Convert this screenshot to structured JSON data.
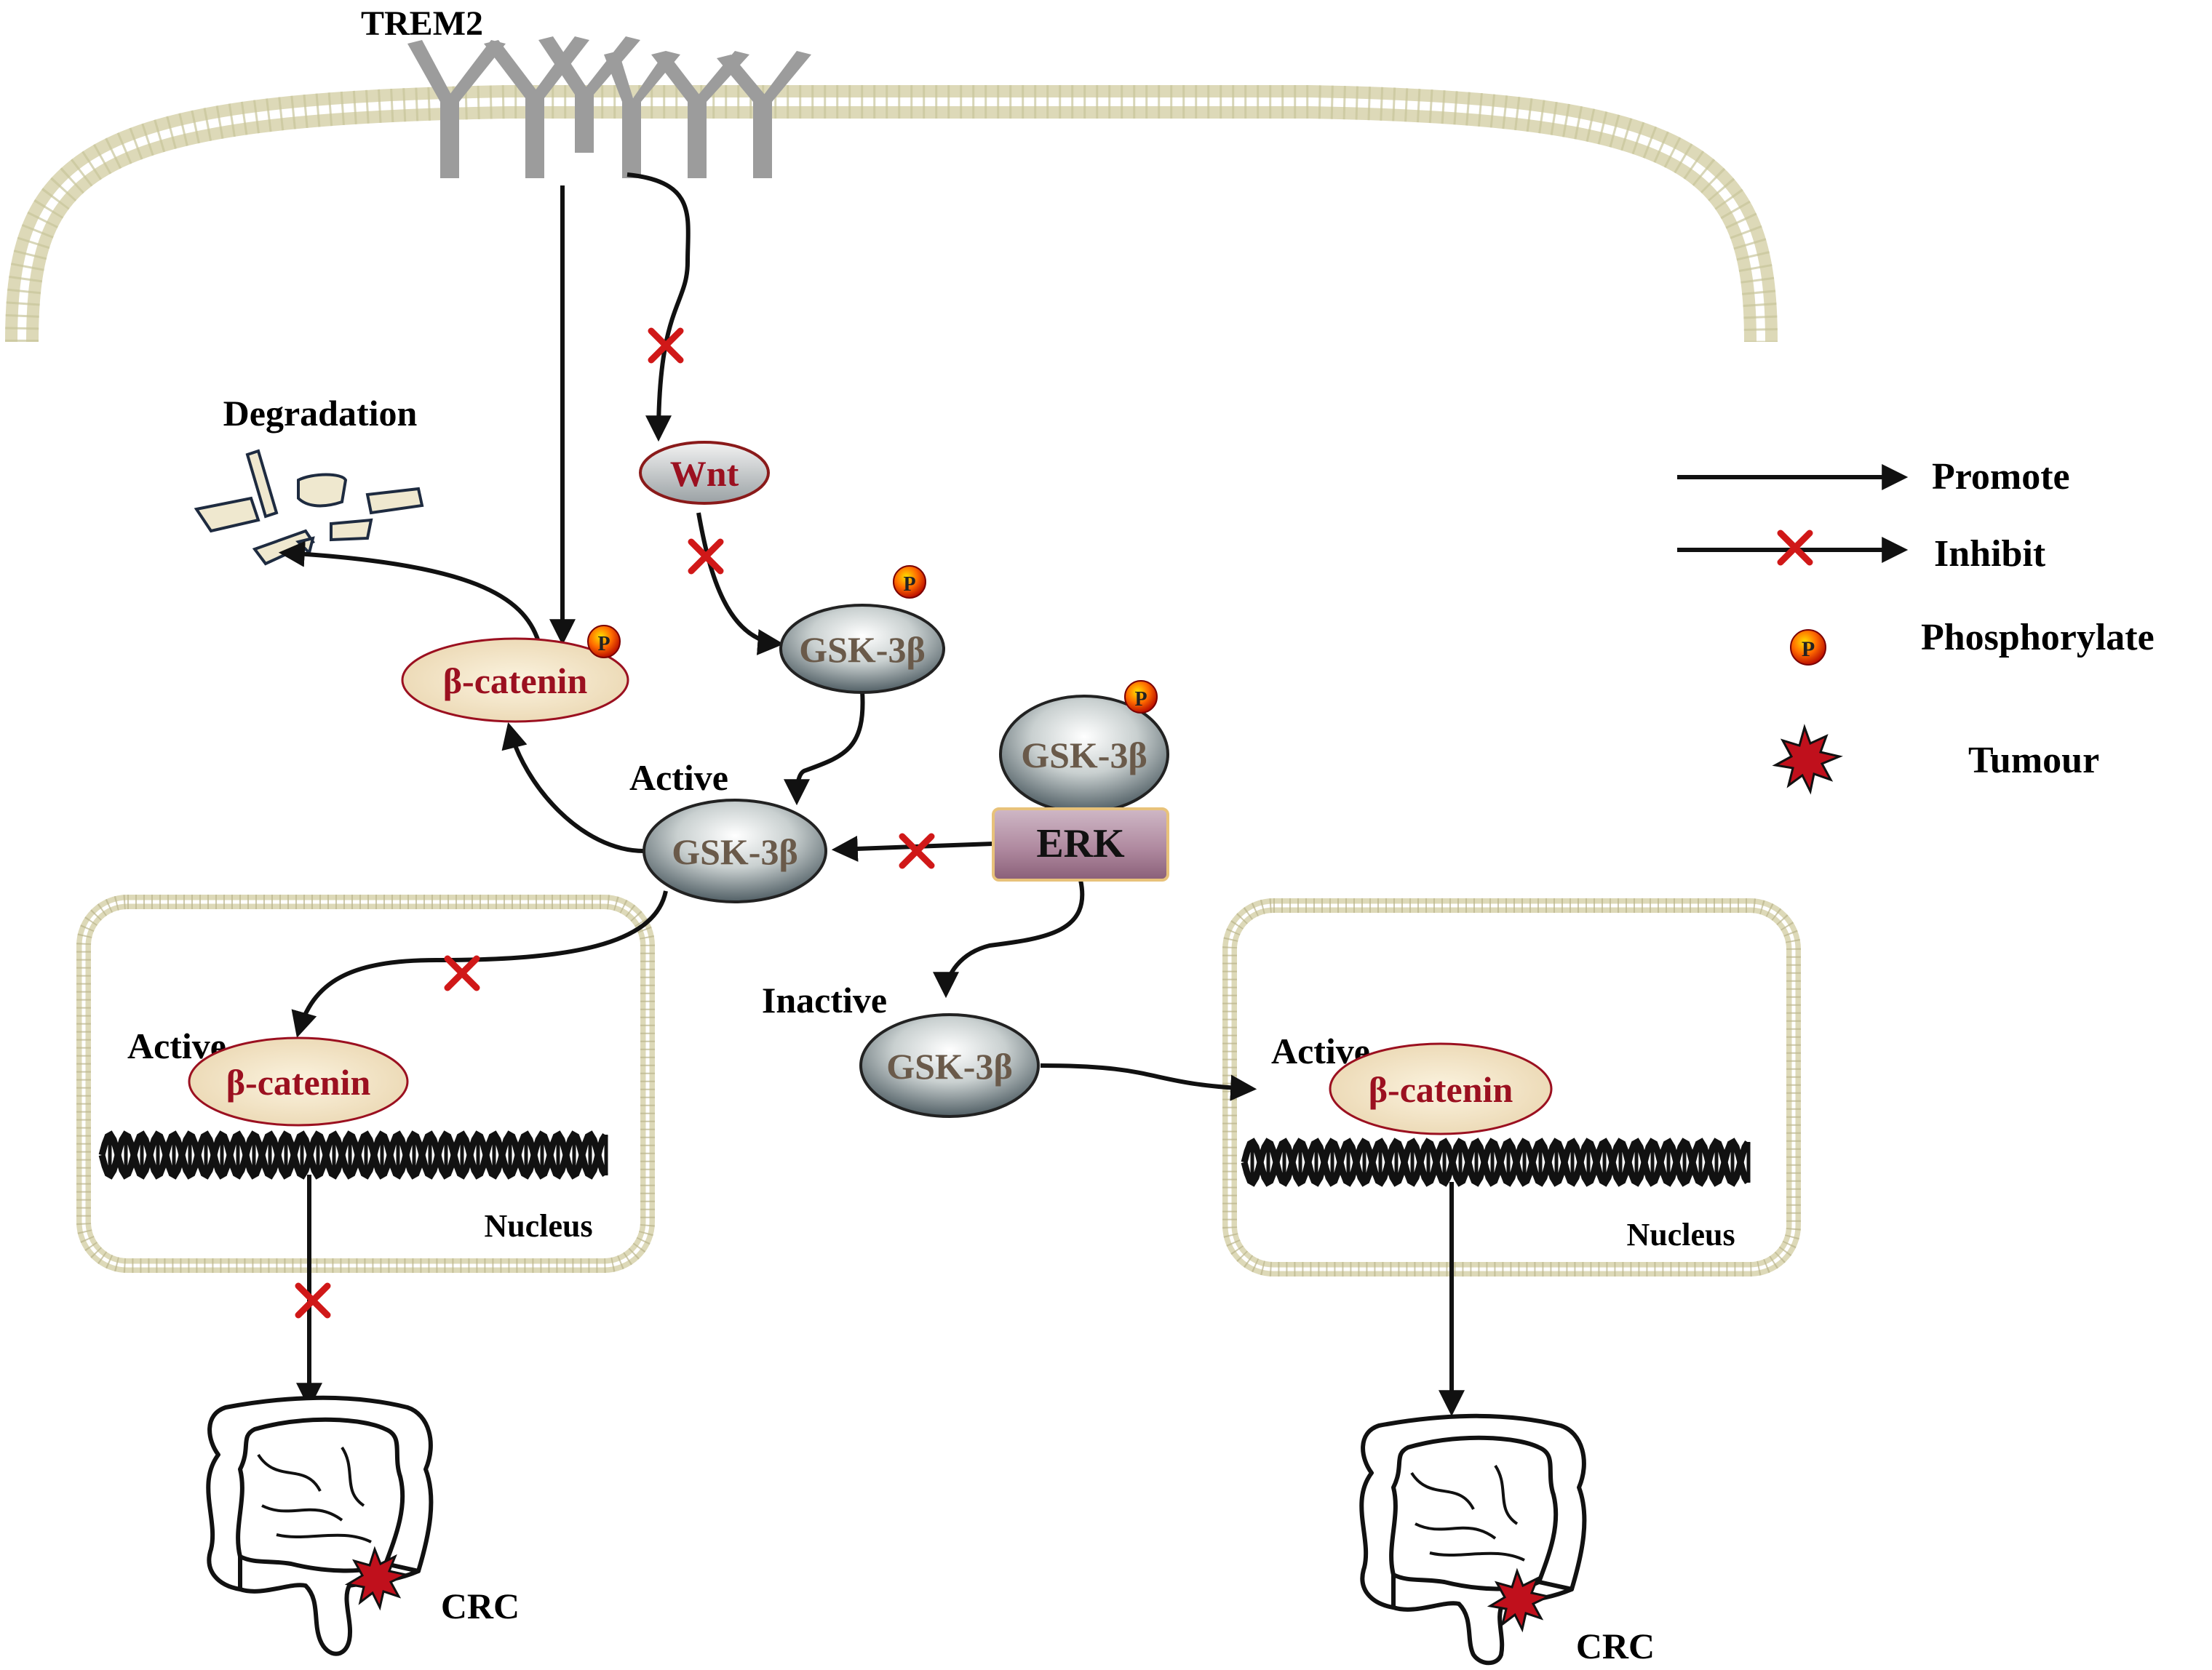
{
  "labels": {
    "receptor": "TREM2",
    "degradation": "Degradation",
    "active_1": "Active",
    "active_2": "Active",
    "active_3": "Active",
    "inactive": "Inactive",
    "nucleus_1": "Nucleus",
    "nucleus_2": "Nucleus",
    "crc_1": "CRC",
    "crc_2": "CRC"
  },
  "nodes": {
    "wnt": "Wnt",
    "gsk_p_top": "GSK-3β",
    "gsk_p_erk": "GSK-3β",
    "gsk_active": "GSK-3β",
    "gsk_inactive": "GSK-3β",
    "erk": "ERK",
    "bcat_p": "β-catenin",
    "bcat_nuc_left": "β-catenin",
    "bcat_nuc_right": "β-catenin",
    "phospho_symbol": "P"
  },
  "legend": {
    "promote": "Promote",
    "inhibit": "Inhibit",
    "phosphorylate": "Phosphorylate",
    "tumour": "Tumour"
  },
  "colors": {
    "inhibit_x": "#d01818",
    "bcat_text": "#9b1020",
    "bcat_fill": "#f1e3c8",
    "gsk_text": "#6a5a4a",
    "erk_fill": "#b08aa0",
    "membrane": "#ddd9b8",
    "receptor": "#9c9c9c",
    "tumour": "#c0101c"
  }
}
